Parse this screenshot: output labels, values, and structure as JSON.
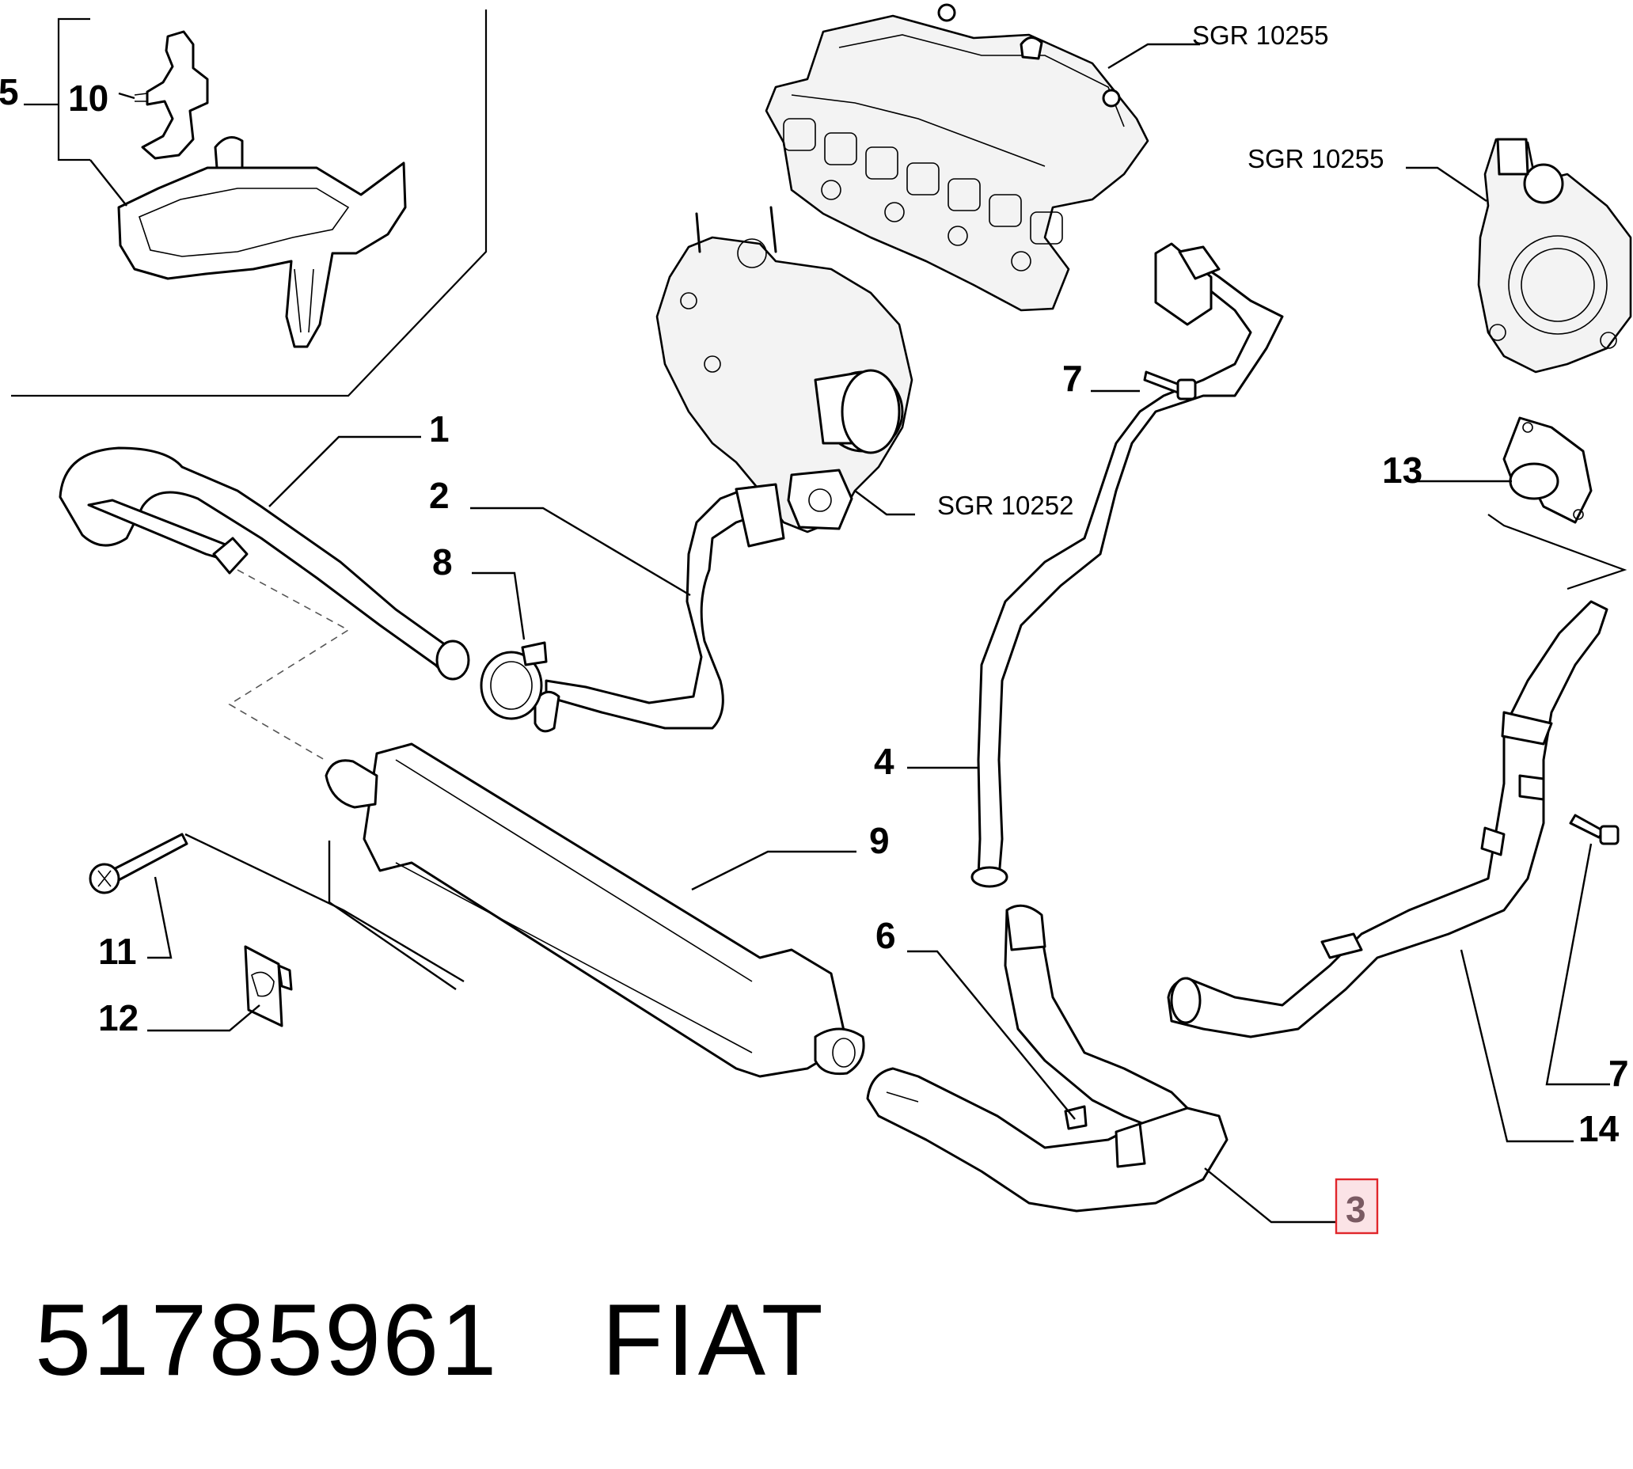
{
  "callouts": {
    "c1": "1",
    "c2": "2",
    "c3": "3",
    "c4": "4",
    "c5": "5",
    "c6": "6",
    "c7a": "7",
    "c7b": "7",
    "c8": "8",
    "c9": "9",
    "c10": "10",
    "c11": "11",
    "c12": "12",
    "c13": "13",
    "c14": "14"
  },
  "references": {
    "ref_manifold": "SGR 10255",
    "ref_throttle": "SGR 10255",
    "ref_turbo": "SGR 10252"
  },
  "highlight": {
    "part": "3",
    "color": "#e0262b",
    "fill": "#fbe3e6"
  },
  "footer": {
    "part_number": "51785961",
    "brand": "FIAT"
  }
}
